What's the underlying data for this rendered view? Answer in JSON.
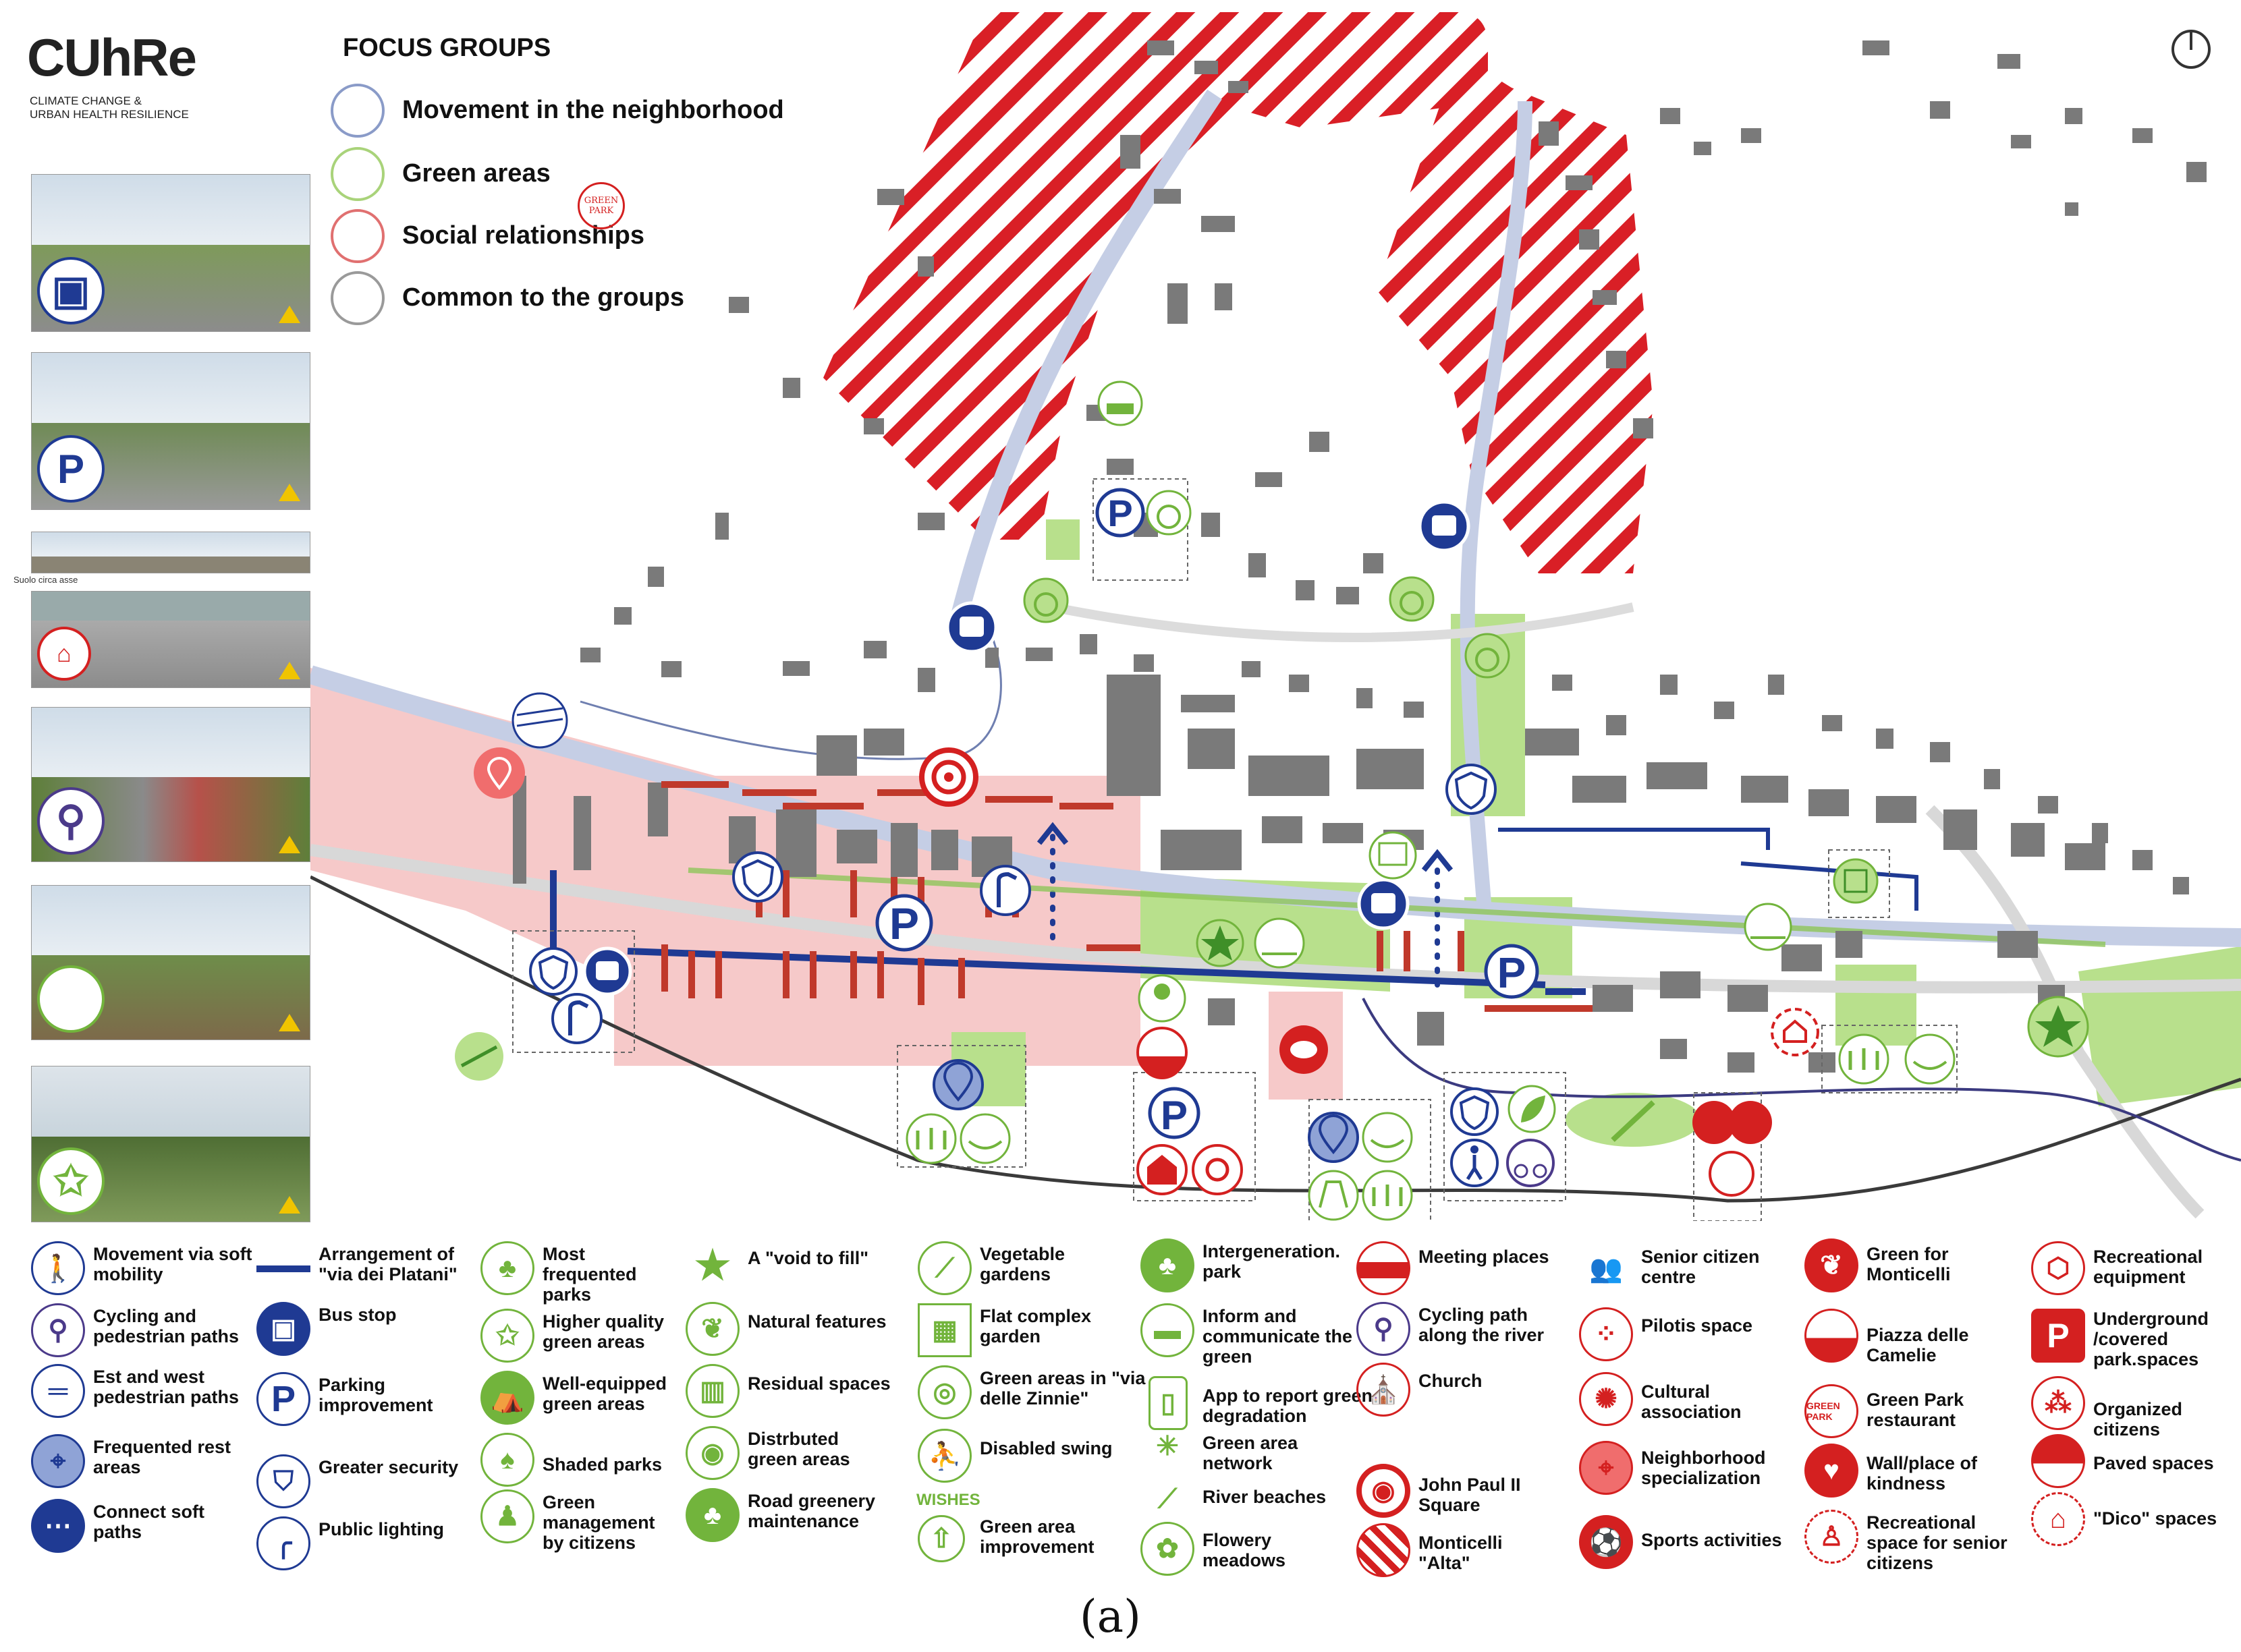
{
  "logo": {
    "word": "CUhRe",
    "line1": "CLIMATE CHANGE &",
    "line2": "URBAN HEALTH RESILIENCE"
  },
  "focus_groups": {
    "title": "FOCUS GROUPS",
    "items": [
      {
        "label": "Movement in the neighborhood",
        "color": "#8a9bc8"
      },
      {
        "label": "Green areas",
        "color": "#a9d37a"
      },
      {
        "label": "Social relationships",
        "color": "#e07070"
      },
      {
        "label": "Common to the groups",
        "color": "#9a9a9a"
      }
    ]
  },
  "green_park_mark": "GREEN PARK",
  "photo_caption": "Suolo circa asse",
  "colors": {
    "blue": "#1f3a93",
    "green": "#72b43c",
    "red": "#d42020",
    "pink_area": "#f6c9c9",
    "green_area": "#b8e08c",
    "building": "#7a7a7a"
  },
  "legend": {
    "col1": [
      {
        "icon": "pedestrian-icon",
        "label": "Movement via soft mobility"
      },
      {
        "icon": "cyclist-icon",
        "label": "Cycling and pedestrian paths"
      },
      {
        "icon": "parallel-lines-icon",
        "label": "Est and west pedestrian paths"
      },
      {
        "icon": "location-pin-icon",
        "label": "Frequented rest areas"
      },
      {
        "icon": "dotted-arrow-icon",
        "label": "Connect soft paths"
      }
    ],
    "col2": [
      {
        "icon": "line-icon",
        "label": "Arrangement of \"via dei Platani\""
      },
      {
        "icon": "bus-icon",
        "label": "Bus stop"
      },
      {
        "icon": "parking-icon",
        "label": "Parking improvement",
        "glyph": "P"
      },
      {
        "icon": "shield-icon",
        "label": "Greater security"
      },
      {
        "icon": "street-lamp-icon",
        "label": "Public lighting"
      }
    ],
    "col3": [
      {
        "icon": "trees-icon",
        "label": "Most frequented parks"
      },
      {
        "icon": "stars-park-icon",
        "label": "Higher quality green areas"
      },
      {
        "icon": "picnic-icon",
        "label": "Well-equipped green areas"
      },
      {
        "icon": "shade-tree-icon",
        "label": "Shaded parks"
      },
      {
        "icon": "citizens-tree-icon",
        "label": "Green management by citizens"
      }
    ],
    "col4": [
      {
        "icon": "star-icon",
        "label": "A \"void to fill\""
      },
      {
        "icon": "leaf-icon",
        "label": "Natural features"
      },
      {
        "icon": "residual-icon",
        "label": "Residual spaces"
      },
      {
        "icon": "eye-icon",
        "label": "Distrbuted green areas"
      },
      {
        "icon": "road-tree-icon",
        "label": "Road greenery maintenance"
      }
    ],
    "col5": [
      {
        "icon": "shovel-icon",
        "label": "Vegetable gardens"
      },
      {
        "icon": "book-garden-icon",
        "label": "Flat complex garden"
      },
      {
        "icon": "sprout-target-icon",
        "label": "Green areas in \"via delle Zinnie\""
      },
      {
        "icon": "swing-icon",
        "label": "Disabled swing"
      },
      {
        "icon": "improve-icon",
        "label": "Green area improvement"
      }
    ],
    "col6": [
      {
        "icon": "family-tree-icon",
        "label": "Intergeneration. park"
      },
      {
        "icon": "chat-icon",
        "label": "Inform and communicate the green"
      },
      {
        "icon": "phone-icon",
        "label": "App to report green degradation"
      },
      {
        "icon": "network-icon",
        "label": "Green area network"
      },
      {
        "icon": "beach-icon",
        "label": "River beaches"
      },
      {
        "icon": "flowers-icon",
        "label": "Flowery meadows"
      }
    ],
    "col7": [
      {
        "icon": "meeting-icon",
        "label": "Meeting places"
      },
      {
        "icon": "river-cyclist-icon",
        "label": "Cycling path along the river"
      },
      {
        "icon": "church-icon",
        "label": "Church"
      },
      {
        "icon": "target-icon",
        "label": "John Paul II Square"
      },
      {
        "icon": "stripes-icon",
        "label": "Monticelli \"Alta\""
      }
    ],
    "col8": [
      {
        "icon": "seniors-icon",
        "label": "Senior citizen centre"
      },
      {
        "icon": "pilotis-icon",
        "label": "Pilotis space"
      },
      {
        "icon": "culture-icon",
        "label": "Cultural association"
      },
      {
        "icon": "specialization-icon",
        "label": "Neighborhood specialization"
      },
      {
        "icon": "sports-icon",
        "label": "Sports activities"
      }
    ],
    "col9": [
      {
        "icon": "green-leaf-icon",
        "label": "Green for Monticelli"
      },
      {
        "icon": "piazza-icon",
        "label": "Piazza delle Camelie"
      },
      {
        "icon": "restaurant-icon",
        "label": "Green Park restaurant"
      },
      {
        "icon": "kindness-icon",
        "label": "Wall/place of kindness"
      },
      {
        "icon": "senior-space-icon",
        "label": "Recreational space for senior citizens"
      }
    ],
    "col10": [
      {
        "icon": "equipment-icon",
        "label": "Recreational equipment"
      },
      {
        "icon": "covered-parking-icon",
        "label": "Underground /covered park.spaces",
        "glyph": "P"
      },
      {
        "icon": "organized-icon",
        "label": "Organized citizens"
      },
      {
        "icon": "paved-icon",
        "label": "Paved spaces"
      },
      {
        "icon": "dico-icon",
        "label": "\"Dico\" spaces"
      }
    ]
  },
  "wishes_label": "WISHES",
  "map_glyphs": {
    "parking": "P"
  },
  "figure_caption": "(a)"
}
